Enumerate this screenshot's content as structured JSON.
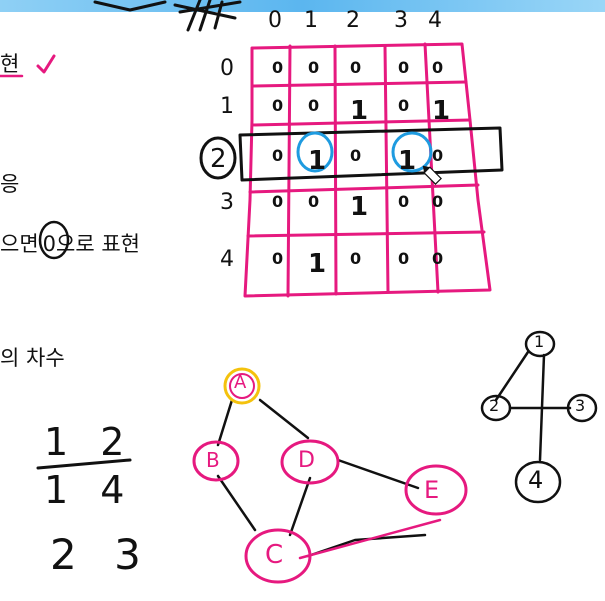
{
  "colors": {
    "pink": "#e6197f",
    "black": "#111111",
    "blue": "#1e9be0",
    "yellow": "#f4c20d",
    "topbar": "#5bb6ef"
  },
  "text_lines": {
    "line1": "현",
    "line2": "응",
    "line3_a": "으면",
    "line3_b": "0",
    "line3_c": "으로 표현",
    "line4": "의 차수"
  },
  "matrix": {
    "col_headers": [
      "0",
      "1",
      "2",
      "3",
      "4"
    ],
    "row_headers": [
      "0",
      "1",
      "2",
      "3",
      "4"
    ],
    "cells": [
      [
        "0",
        "0",
        "0",
        "0",
        "0"
      ],
      [
        "0",
        "0",
        "1",
        "0",
        "1"
      ],
      [
        "0",
        "1",
        "0",
        "1",
        "0"
      ],
      [
        "0",
        "0",
        "1",
        "0",
        "0"
      ],
      [
        "0",
        "1",
        "0",
        "0",
        "0"
      ]
    ]
  },
  "graph_pink": {
    "nodes": [
      "A",
      "B",
      "D",
      "E",
      "C"
    ]
  },
  "graph_small": {
    "nodes": [
      "1",
      "2",
      "3",
      "4"
    ]
  },
  "notes": {
    "row1": "1 2",
    "row2": "1 4",
    "row3": "2 3"
  }
}
